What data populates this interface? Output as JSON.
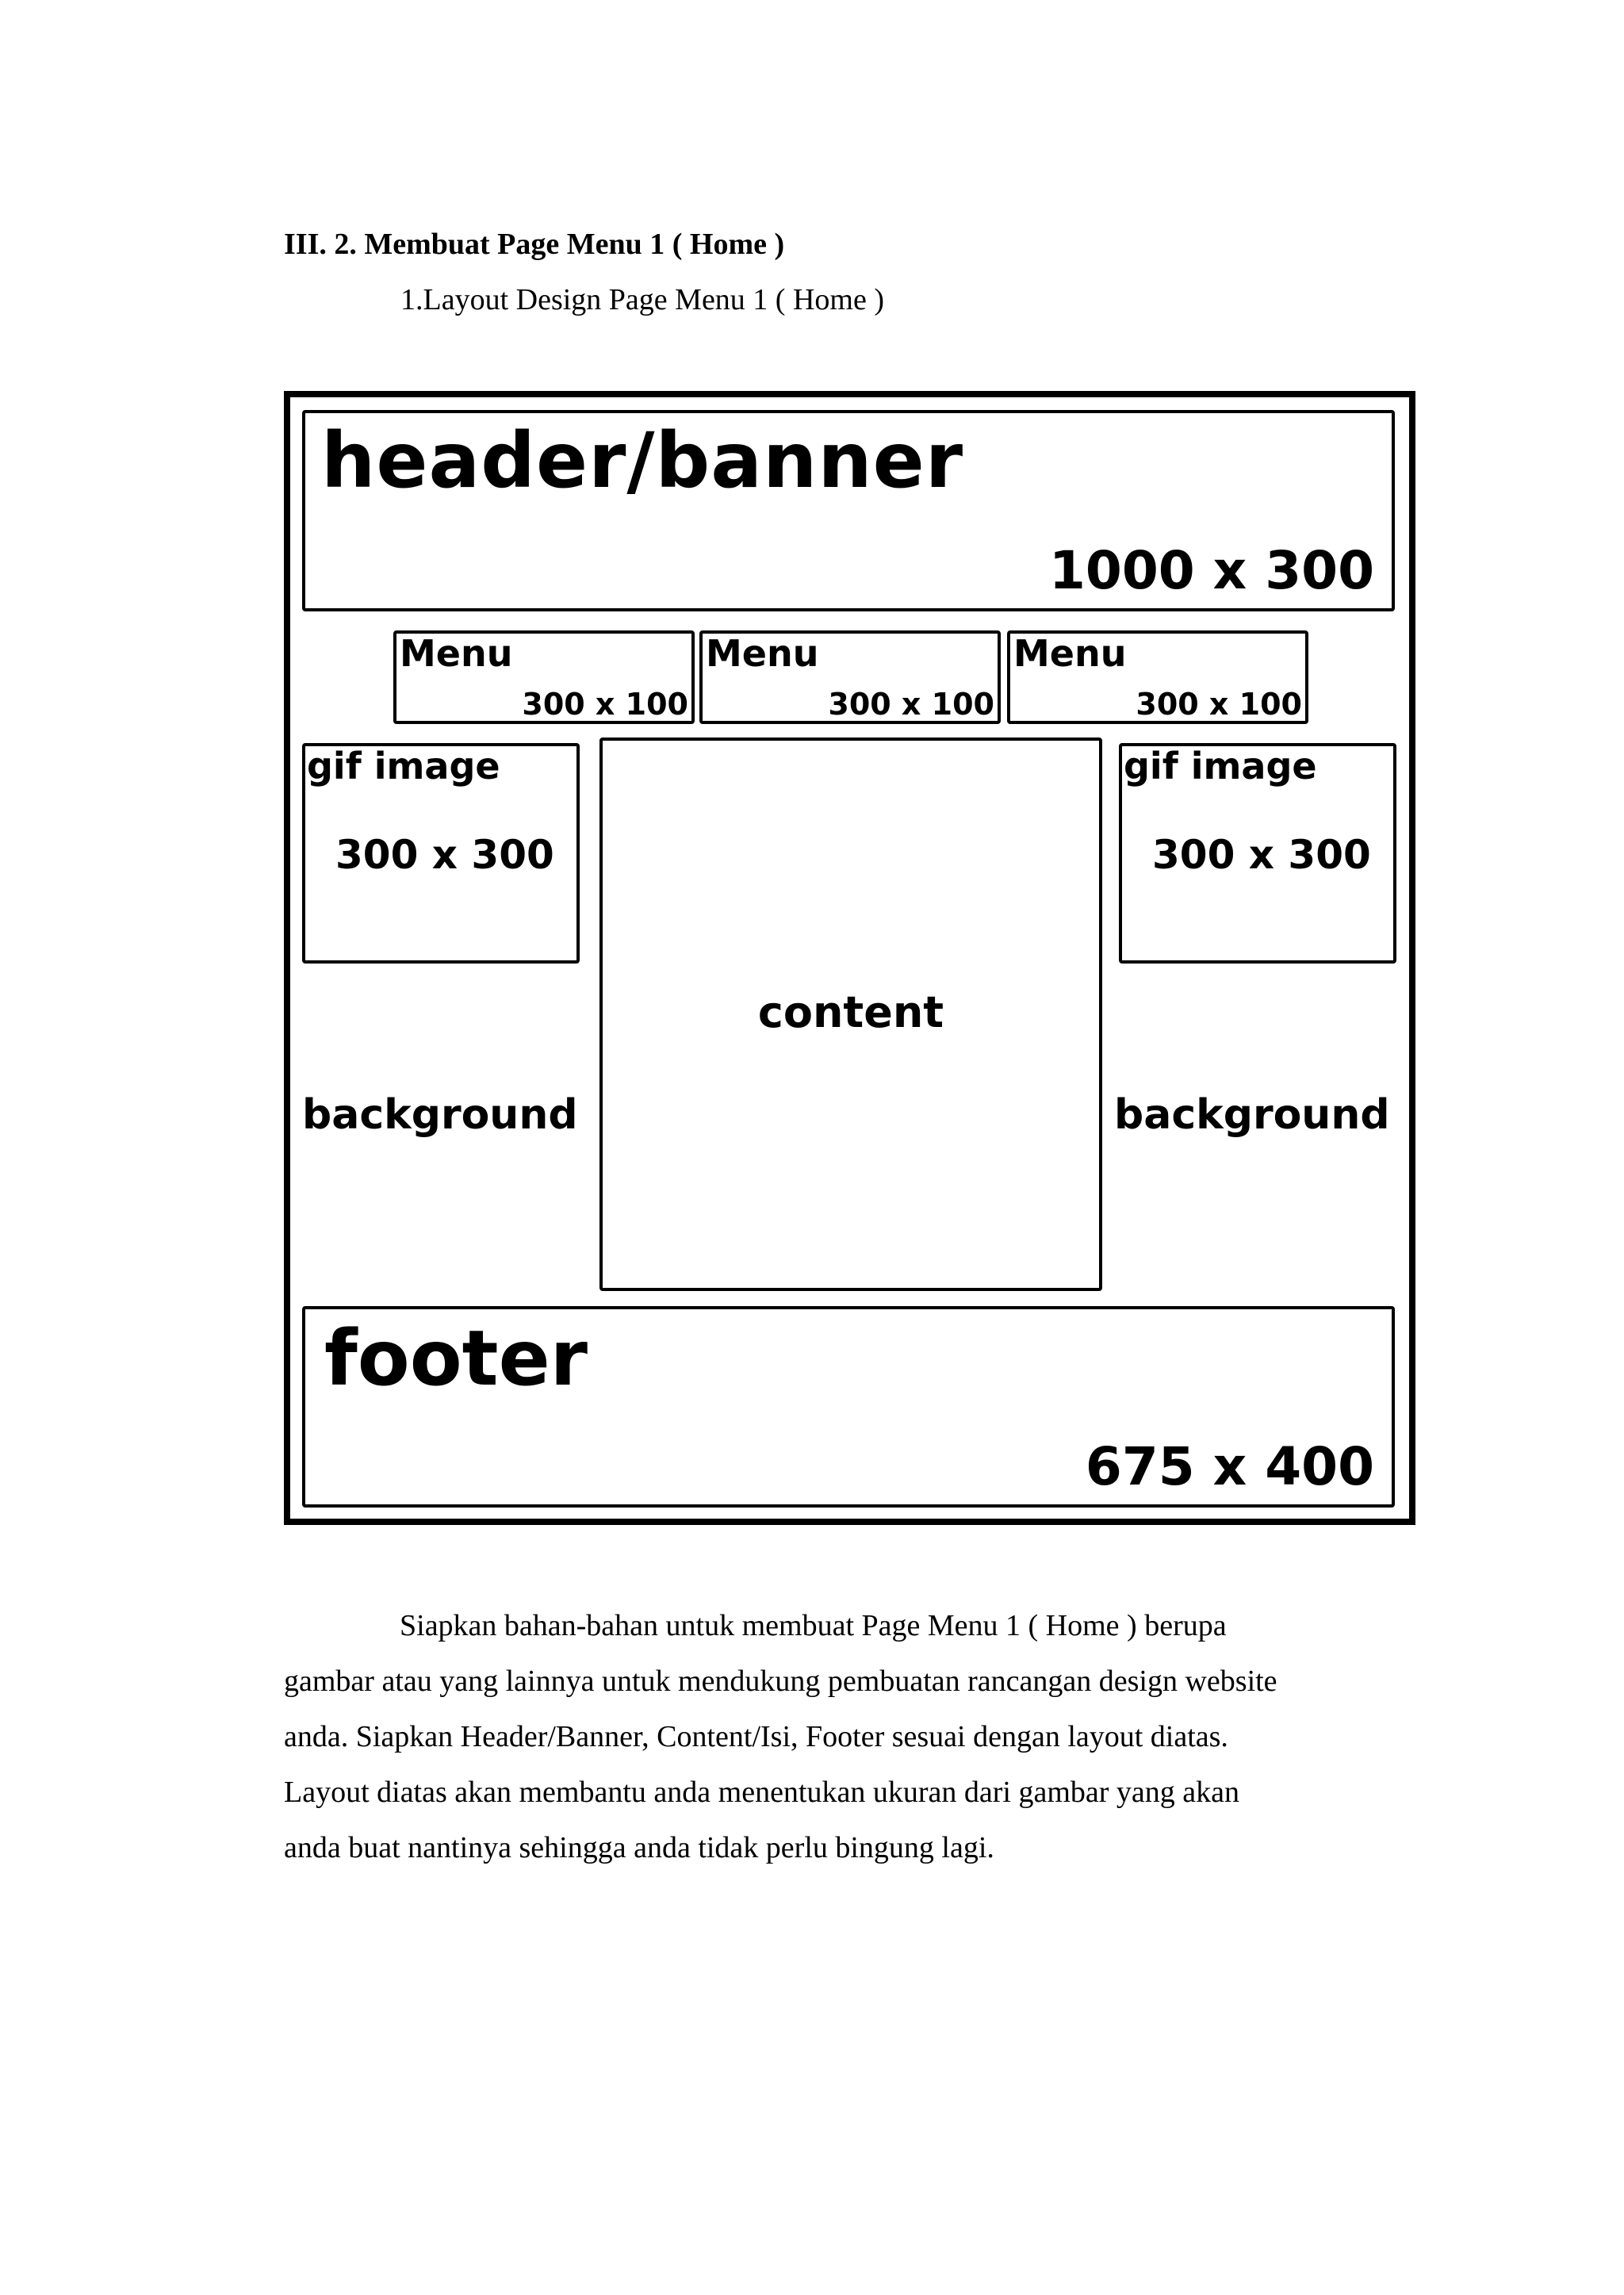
{
  "document": {
    "heading": "III. 2. Membuat Page Menu 1 ( Home )",
    "subheading": "1.Layout Design Page Menu 1 ( Home )"
  },
  "layout": {
    "header": {
      "title": "header/banner",
      "size": "1000 x 300"
    },
    "menus": [
      {
        "title": "Menu",
        "size": "300 x 100"
      },
      {
        "title": "Menu",
        "size": "300 x 100"
      },
      {
        "title": "Menu",
        "size": "300 x 100"
      }
    ],
    "gif_left": {
      "title": "gif image",
      "size": "300 x 300"
    },
    "gif_right": {
      "title": "gif image",
      "size": "300 x 300"
    },
    "content": {
      "label": "content"
    },
    "background_left": "background",
    "background_right": "background",
    "footer": {
      "title": "footer",
      "size": "675 x 400"
    }
  },
  "paragraph": {
    "lines": [
      "Siapkan bahan-bahan untuk membuat Page Menu 1 ( Home ) berupa",
      "gambar atau yang lainnya untuk mendukung pembuatan rancangan design website",
      "anda. Siapkan Header/Banner, Content/Isi, Footer sesuai dengan layout diatas.",
      "Layout diatas akan membantu anda menentukan ukuran dari gambar yang akan",
      "anda buat nantinya sehingga anda tidak perlu bingung lagi."
    ]
  }
}
